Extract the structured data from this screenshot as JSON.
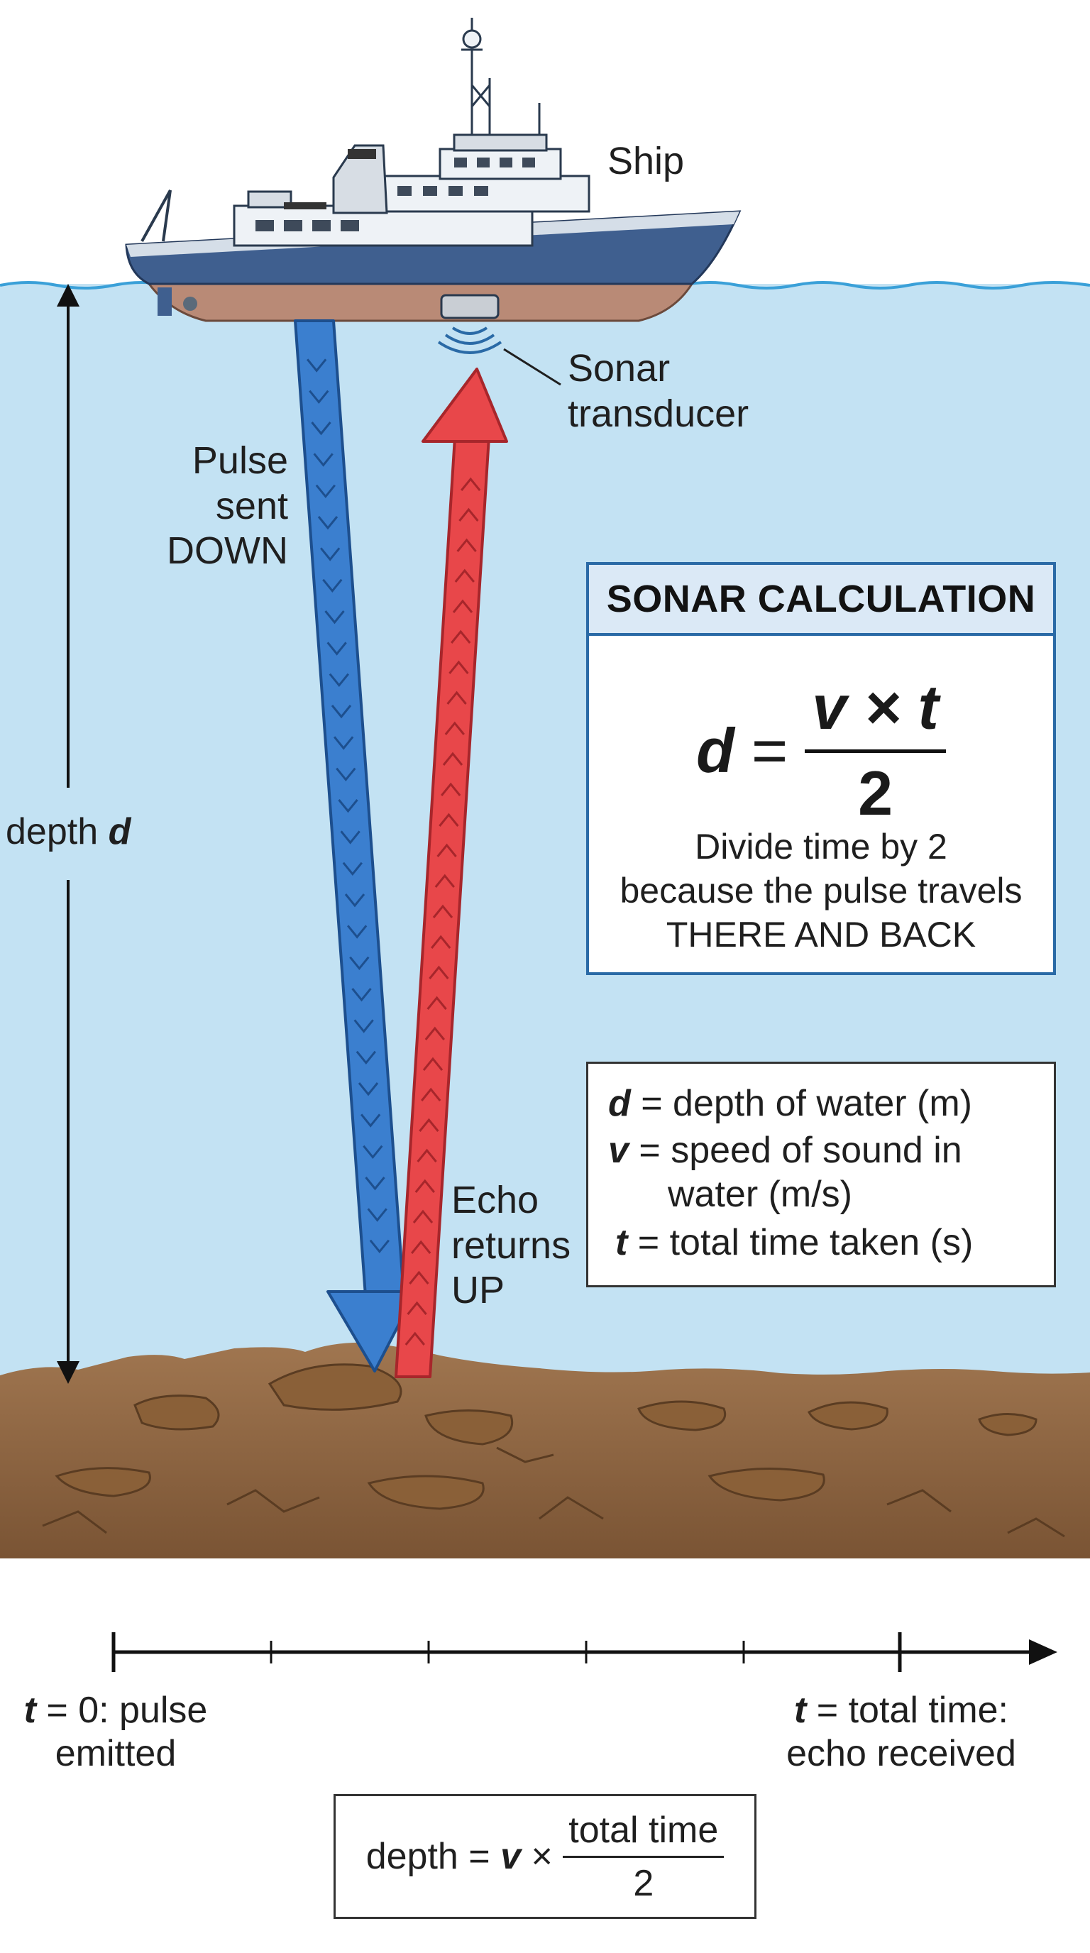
{
  "labels": {
    "ship": "Ship",
    "transducer_line1": "Sonar",
    "transducer_line2": "transducer",
    "pulse_line1": "Pulse",
    "pulse_line2": "sent",
    "pulse_line3": "DOWN",
    "echo_line1": "Echo",
    "echo_line2": "returns",
    "echo_line3": "UP",
    "depth_word": "depth",
    "depth_symbol": "d"
  },
  "calculation": {
    "title": "SONAR CALCULATION",
    "lhs": "d",
    "equals": "=",
    "numerator": "v × t",
    "denominator": "2",
    "note_line1": "Divide time by 2",
    "note_line2": "because the pulse travels",
    "note_line3": "THERE AND BACK"
  },
  "legend": {
    "d_symbol": "d",
    "d_text": "= depth of water (m)",
    "v_symbol": "v",
    "v_text": "= speed of sound in",
    "v_text2": "water (m/s)",
    "t_symbol": "t",
    "t_text": "= total time taken (s)"
  },
  "timeline": {
    "start_symbol": "t",
    "start_line1": "= 0: pulse",
    "start_line2": "emitted",
    "end_symbol": "t",
    "end_line1": "= total time:",
    "end_line2": "echo received"
  },
  "bottom_formula": {
    "lhs": "depth = ",
    "v": "v",
    "times": " × ",
    "numerator": "total time",
    "denominator": "2"
  },
  "colors": {
    "water": "#c3e2f3",
    "seabed": "#8c6440",
    "pulse_arrow": "#3b7fcf",
    "echo_arrow": "#e8474a",
    "hull": "#3f5f8f",
    "box_border": "#2a6aa6"
  }
}
